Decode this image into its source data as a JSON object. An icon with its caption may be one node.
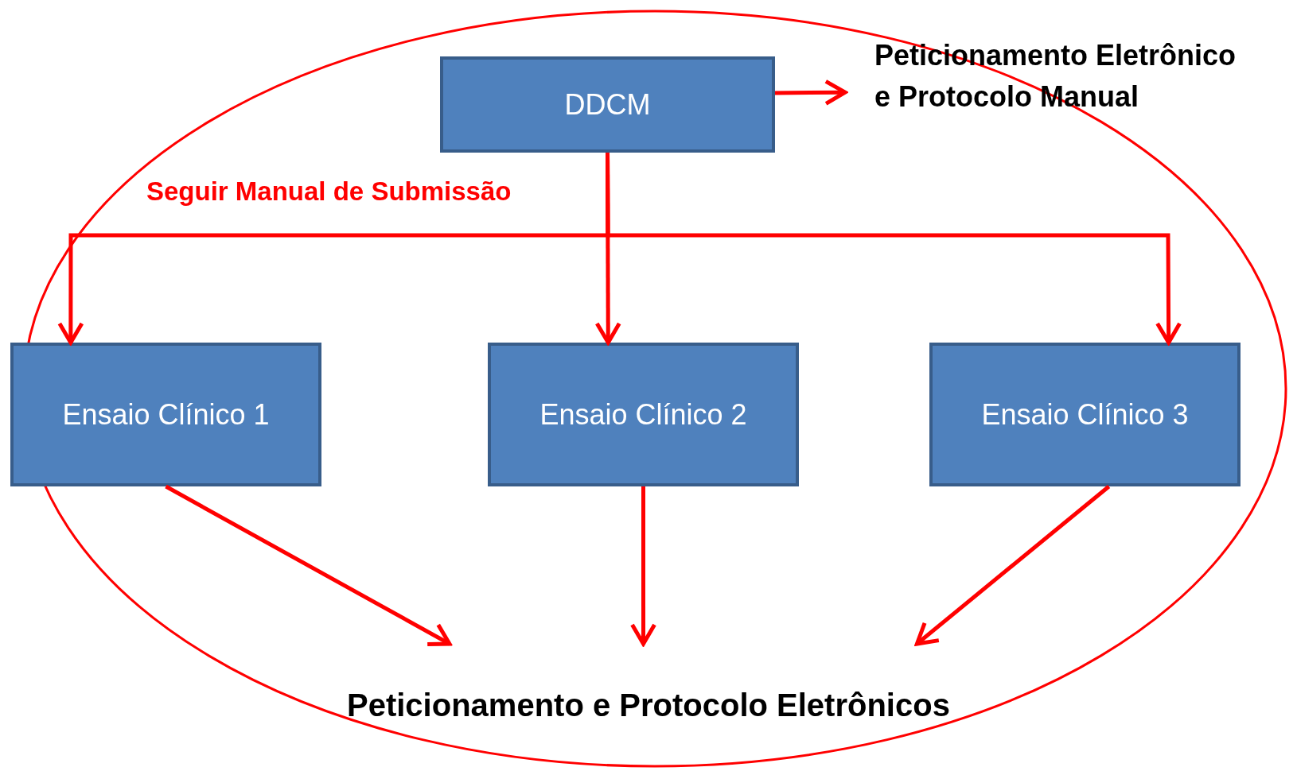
{
  "diagram": {
    "nodes": [
      {
        "text": [],
        "shape": "ellipse"
      },
      {
        "text": [
          "DDCM"
        ],
        "in": 0
      },
      {
        "text": [
          "Peticionamento Eletrônico e Protocolo Manual"
        ]
      },
      {
        "text": [
          "Ensaio Clínico 1"
        ],
        "in": 0
      },
      {
        "text": [
          "Ensaio Clínico 2"
        ],
        "in": 0
      },
      {
        "text": [
          "Ensaio Clínico 3"
        ],
        "in": 0
      },
      {
        "text": [
          "Peticionamento e Protocolo Eletrônicos"
        ],
        "in": 0
      }
    ],
    "edges": [
      {
        "from": 1,
        "to": 2,
        "arrow": "to"
      },
      {
        "from": 1,
        "to": 3,
        "arrow": "to"
      },
      {
        "from": 1,
        "to": 4,
        "arrow": "to"
      },
      {
        "from": 1,
        "to": 5,
        "arrow": "to"
      },
      {
        "from": 3,
        "to": 6,
        "arrow": "to"
      },
      {
        "from": 4,
        "to": 6,
        "arrow": "to"
      },
      {
        "from": 5,
        "to": 6,
        "arrow": "to"
      }
    ],
    "labels": [
      "Seguir Manual de Submissão"
    ]
  }
}
